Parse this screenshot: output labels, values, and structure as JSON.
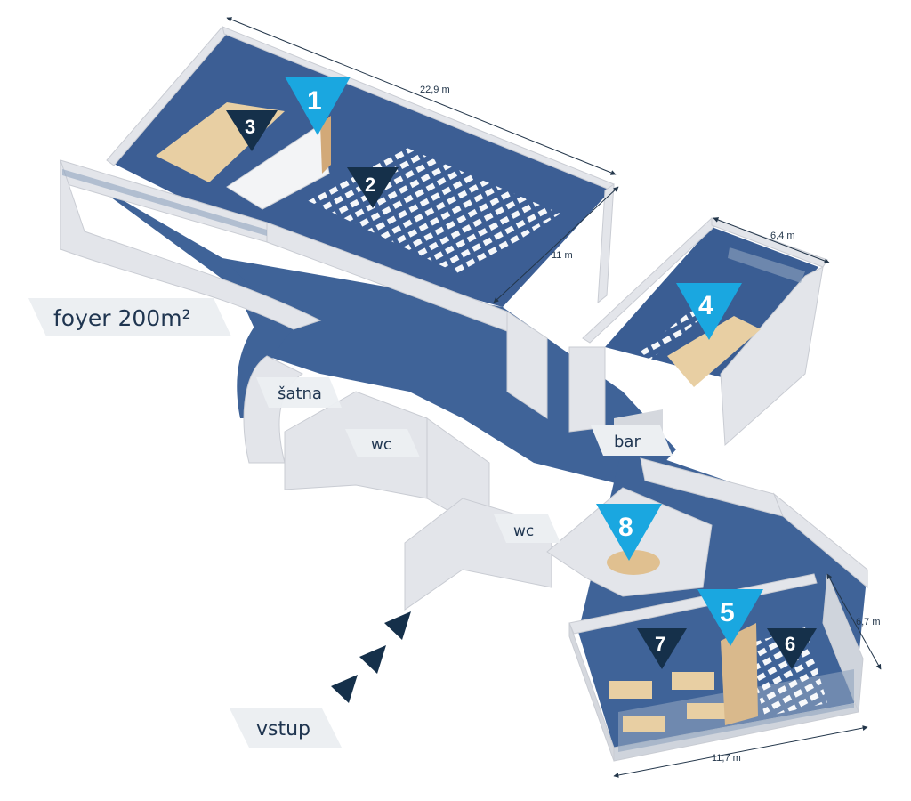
{
  "dimensions": {
    "top_length": "22,9 m",
    "top_width": "11 m",
    "room4_length": "6,4 m",
    "right_width": "6,7 m",
    "bottom_length": "11,7 m"
  },
  "area_labels": {
    "foyer": "foyer 200m²",
    "cloakroom": "šatna",
    "wc_left": "wc",
    "wc_center": "wc",
    "bar": "bar",
    "entrance": "vstup"
  },
  "room_markers": [
    {
      "number": "1",
      "color": "#1aa7e0"
    },
    {
      "number": "2",
      "color": "#15304a"
    },
    {
      "number": "3",
      "color": "#15304a"
    },
    {
      "number": "4",
      "color": "#1aa7e0"
    },
    {
      "number": "5",
      "color": "#1aa7e0"
    },
    {
      "number": "6",
      "color": "#15304a"
    },
    {
      "number": "7",
      "color": "#15304a"
    },
    {
      "number": "8",
      "color": "#1aa7e0"
    }
  ],
  "colors": {
    "floor": "#3d5f95",
    "wall": "#dfe1e6",
    "wall_top": "#f4f5f7",
    "accent_light": "#1aa7e0",
    "accent_dark": "#15304a",
    "label_bg": "#eceff2"
  }
}
